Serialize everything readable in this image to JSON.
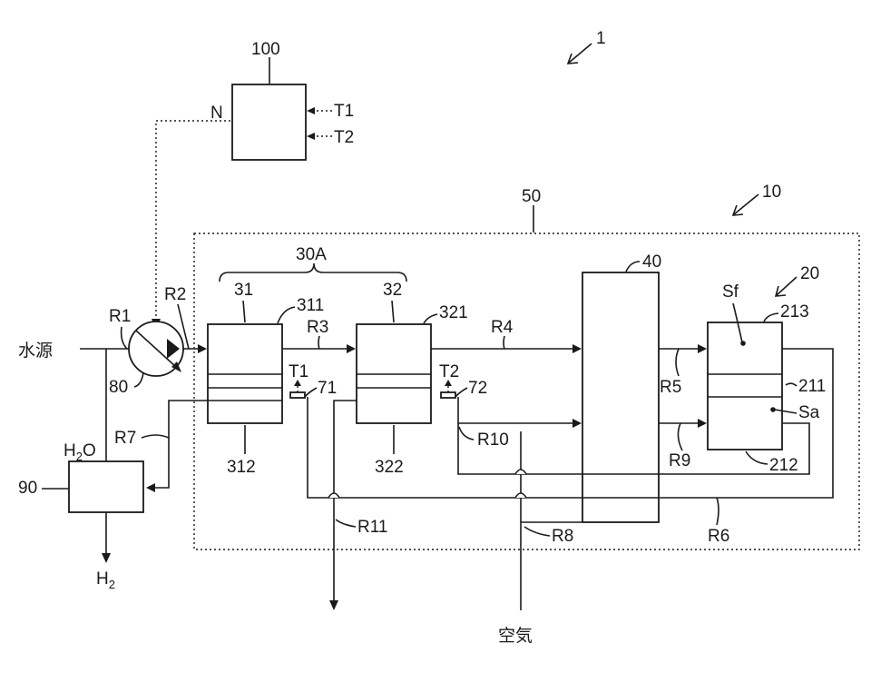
{
  "labels": {
    "fig_ref_1": "1",
    "fig_ref_10": "10",
    "fig_ref_20": "20",
    "controller": "100",
    "ctrl_N": "N",
    "ctrl_T1": "T1",
    "ctrl_T2": "T2",
    "enclosure_50": "50",
    "group_30A": "30A",
    "unit_31": "31",
    "unit_32": "32",
    "part_311": "311",
    "part_321": "321",
    "part_312": "312",
    "part_322": "322",
    "unit_40": "40",
    "unit_20_Sf": "Sf",
    "unit_20_Sa": "Sa",
    "part_211": "211",
    "part_212": "212",
    "part_213": "213",
    "water_source": "水源",
    "pump_80": "80",
    "R1": "R1",
    "R2": "R2",
    "R3": "R3",
    "R4": "R4",
    "R5": "R5",
    "R6": "R6",
    "R7": "R7",
    "R8": "R8",
    "R9": "R9",
    "R10": "R10",
    "R11": "R11",
    "sensor_T1": "T1",
    "sensor_T2": "T2",
    "sensor_71": "71",
    "sensor_72": "72",
    "tank_90": "90",
    "h2o_main": "H",
    "h2o_sub": "2",
    "h2o_tail": "O",
    "h2_main": "H",
    "h2_sub": "2",
    "air": "空気"
  }
}
